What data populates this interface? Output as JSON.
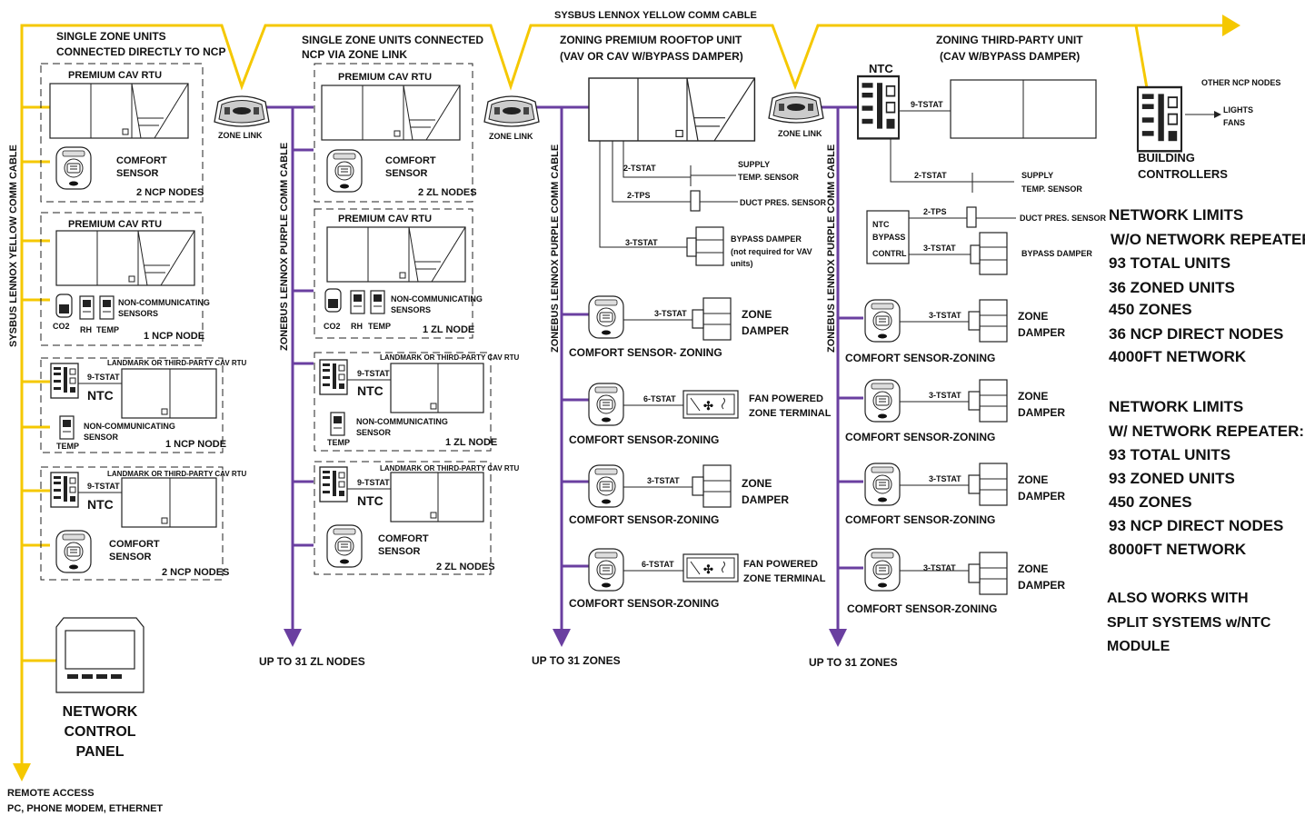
{
  "sysbus_top_label": "SYSBUS   LENNOX YELLOW COMM CABLE",
  "sysbus_side_label": "SYSBUS   LENNOX YELLOW COMM CABLE",
  "zonebus_label": "ZONEBUS   LENNOX   PURPLE COMM CABLE",
  "colors": {
    "sysbus": "#f5c800",
    "zonebus": "#6a3fa0"
  },
  "col1": {
    "title1": "SINGLE ZONE UNITS",
    "title2": "CONNECTED DIRECTLY TO NCP",
    "rtu1": "PREMIUM CAV RTU",
    "comfort1a": "COMFORT",
    "comfort1b": "SENSOR",
    "nodes1": "2 NCP NODES",
    "rtu2": "PREMIUM CAV RTU",
    "noncomm1": "NON-COMMUNICATING",
    "noncomm2": "SENSORS",
    "co2": "CO2",
    "rh": "RH",
    "temp": "TEMP",
    "nodes2": "1 NCP NODE",
    "landmark1": "LANDMARK OR THIRD-PARTY CAV RTU",
    "tstat9a": "9-TSTAT",
    "ntc1": "NTC",
    "noncomm3": "NON-COMMUNICATING",
    "sensor3": "SENSOR",
    "temp3": "TEMP",
    "nodes3": "1 NCP NODE",
    "landmark2": "LANDMARK OR THIRD-PARTY CAV RTU",
    "tstat9b": "9-TSTAT",
    "ntc2": "NTC",
    "comfort4a": "COMFORT",
    "comfort4b": "SENSOR",
    "nodes4": "2 NCP NODES",
    "ncp1": "NETWORK",
    "ncp2": "CONTROL",
    "ncp3": "PANEL",
    "remote1": "REMOTE ACCESS",
    "remote2": "PC,  PHONE MODEM,  ETHERNET"
  },
  "zone_link": "ZONE LINK",
  "col2": {
    "title1": "SINGLE ZONE UNITS CONNECTED",
    "title2": "NCP VIA ZONE LINK",
    "rtu1": "PREMIUM CAV RTU",
    "comfort1a": "COMFORT",
    "comfort1b": "SENSOR",
    "nodes1": "2 ZL NODES",
    "rtu2": "PREMIUM CAV RTU",
    "noncomm1": "NON-COMMUNICATING",
    "noncomm2": "SENSORS",
    "co2": "CO2",
    "rh": "RH",
    "temp": "TEMP",
    "nodes2": "1 ZL NODE",
    "landmark1": "LANDMARK OR THIRD-PARTY CAV RTU",
    "tstat9a": "9-TSTAT",
    "ntc1": "NTC",
    "noncomm3": "NON-COMMUNICATING",
    "sensor3": "SENSOR",
    "temp3": "TEMP",
    "nodes3": "1 ZL NODE",
    "landmark2": "LANDMARK OR THIRD-PARTY CAV RTU",
    "tstat9b": "9-TSTAT",
    "ntc2": "NTC",
    "comfort4a": "COMFORT",
    "comfort4b": "SENSOR",
    "nodes4": "2 ZL NODES",
    "upto": "UP TO 31 ZL NODES"
  },
  "col3": {
    "title1": "ZONING PREMIUM ROOFTOP UNIT",
    "title2": "(VAV OR CAV W/BYPASS DAMPER)",
    "tstat2": "2-TSTAT",
    "supply1": "SUPPLY",
    "supply2": "TEMP.  SENSOR",
    "tps2": "2-TPS",
    "duct": "DUCT PRES. SENSOR",
    "tstat3": "3-TSTAT",
    "bypass1": "BYPASS DAMPER",
    "bypass2": "(not required for VAV",
    "bypass3": "units)",
    "z1_tstat": "3-TSTAT",
    "z1_dev1": "ZONE",
    "z1_dev2": "DAMPER",
    "z1_sensor": "COMFORT SENSOR- ZONING",
    "z2_tstat": "6-TSTAT",
    "z2_dev1": "FAN POWERED",
    "z2_dev2": "ZONE TERMINAL",
    "z2_sensor": "COMFORT SENSOR-ZONING",
    "z3_tstat": "3-TSTAT",
    "z3_dev1": "ZONE",
    "z3_dev2": "DAMPER",
    "z3_sensor": "COMFORT SENSOR-ZONING",
    "z4_tstat": "6-TSTAT",
    "z4_dev1": "FAN POWERED",
    "z4_dev2": "ZONE TERMINAL",
    "z4_sensor": "COMFORT SENSOR-ZONING",
    "upto": "UP TO 31 ZONES"
  },
  "col4": {
    "title1": "ZONING THIRD-PARTY UNIT",
    "title2": "(CAV W/BYPASS DAMPER)",
    "ntc": "NTC",
    "tstat9": "9-TSTAT",
    "tstat2": "2-TSTAT",
    "supply1": "SUPPLY",
    "supply2": "TEMP. SENSOR",
    "tps2": "2-TPS",
    "duct": "DUCT PRES. SENSOR",
    "ntcb1": "NTC",
    "ntcb2": "BYPASS",
    "ntcb3": "CONTRL",
    "tstat3": "3-TSTAT",
    "bypass": "BYPASS DAMPER",
    "z1_tstat": "3-TSTAT",
    "z1_dev1": "ZONE",
    "z1_dev2": "DAMPER",
    "z1_sensor": "COMFORT SENSOR-ZONING",
    "z2_tstat": "3-TSTAT",
    "z2_dev1": "ZONE",
    "z2_dev2": "DAMPER",
    "z2_sensor": "COMFORT SENSOR-ZONING",
    "z3_tstat": "3-TSTAT",
    "z3_dev1": "ZONE",
    "z3_dev2": "DAMPER",
    "z3_sensor": "COMFORT SENSOR-ZONING",
    "z4_tstat": "3-TSTAT",
    "z4_dev1": "ZONE",
    "z4_dev2": "DAMPER",
    "z4_sensor": "COMFORT SENSOR-ZONING",
    "upto": "UP TO 31 ZONES"
  },
  "col5": {
    "other": "OTHER  NCP NODES",
    "lights": "LIGHTS",
    "fans": "FANS",
    "bc1": "BUILDING",
    "bc2": "CONTROLLERS"
  },
  "limits": {
    "a1": "NETWORK LIMITS",
    "a2": "W/O NETWORK REPEATER:",
    "a3": "93 TOTAL UNITS",
    "a4": "36 ZONED UNITS",
    "a5": "450 ZONES",
    "a6": "36 NCP DIRECT NODES",
    "a7": "4000FT NETWORK",
    "b1": "NETWORK LIMITS",
    "b2": "W/ NETWORK REPEATER:",
    "b3": "93 TOTAL UNITS",
    "b4": "93 ZONED UNITS",
    "b5": "450 ZONES",
    "b6": "93 NCP DIRECT NODES",
    "b7": "8000FT NETWORK",
    "c1": "ALSO WORKS WITH",
    "c2": "SPLIT SYSTEMS w/NTC",
    "c3": "MODULE"
  }
}
